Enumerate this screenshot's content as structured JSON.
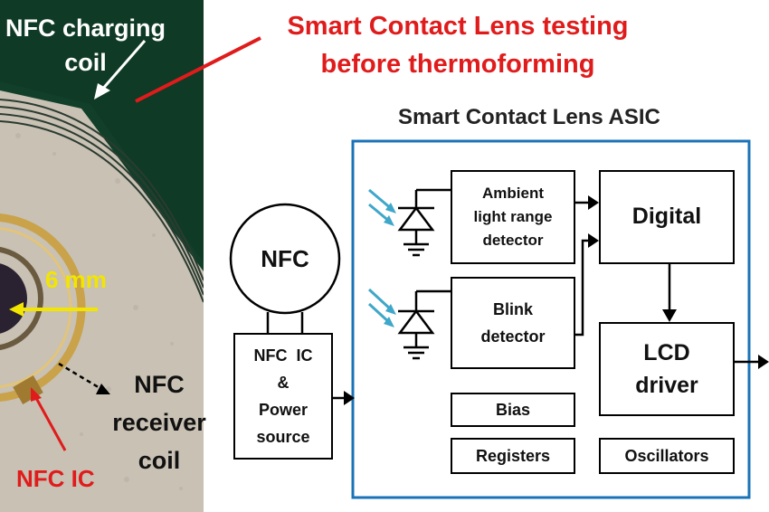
{
  "photo": {
    "charging_coil_label": "NFC charging\ncoil",
    "scale_label": "6 mm",
    "receiver_coil_label": "NFC\nreceiver\ncoil",
    "nfc_ic_label": "NFC IC"
  },
  "banner": {
    "title": "Smart Contact Lens testing\nbefore thermoforming"
  },
  "asic": {
    "title": "Smart Contact Lens ASIC",
    "ambient_detector": "Ambient\nlight range\ndetector",
    "blink_detector": "Blink\ndetector",
    "digital": "Digital",
    "lcd_driver": "LCD\ndriver",
    "bias": "Bias",
    "registers": "Registers",
    "oscillators": "Oscillators"
  },
  "external": {
    "nfc": "NFC",
    "nfc_ic_power": "NFC  IC\n&\nPower\nsource"
  },
  "colors": {
    "banner_red": "#e01b1b",
    "asic_border": "#1a73b8",
    "scale_yellow": "#f2e600",
    "photodiode_blue": "#3fa7c9",
    "pcb_green": "#0f3d26"
  }
}
